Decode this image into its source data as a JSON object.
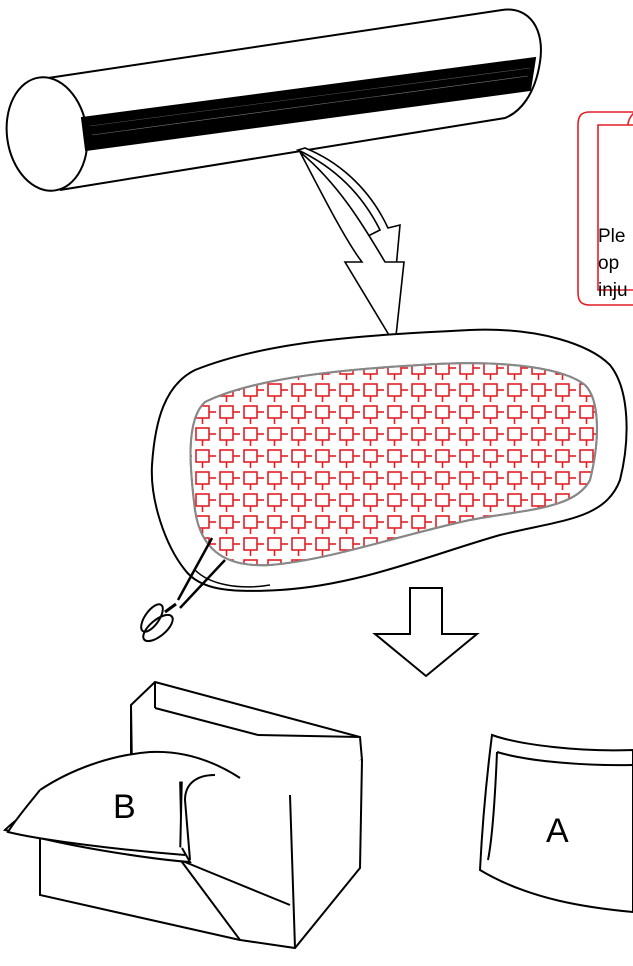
{
  "warning_note": {
    "lines": [
      "Ple",
      "op",
      "inju"
    ],
    "border_color": "#e41e25"
  },
  "labels": {
    "piece_b": "B",
    "piece_a": "A"
  },
  "colors": {
    "line": "#000000",
    "pattern": "#e41e25",
    "background": "#ffffff"
  },
  "icons": [
    "foam-roll",
    "curved-arrow",
    "vacuum-bag",
    "scissors-icon",
    "down-arrow-icon",
    "armchair-piece",
    "cushion-piece"
  ]
}
